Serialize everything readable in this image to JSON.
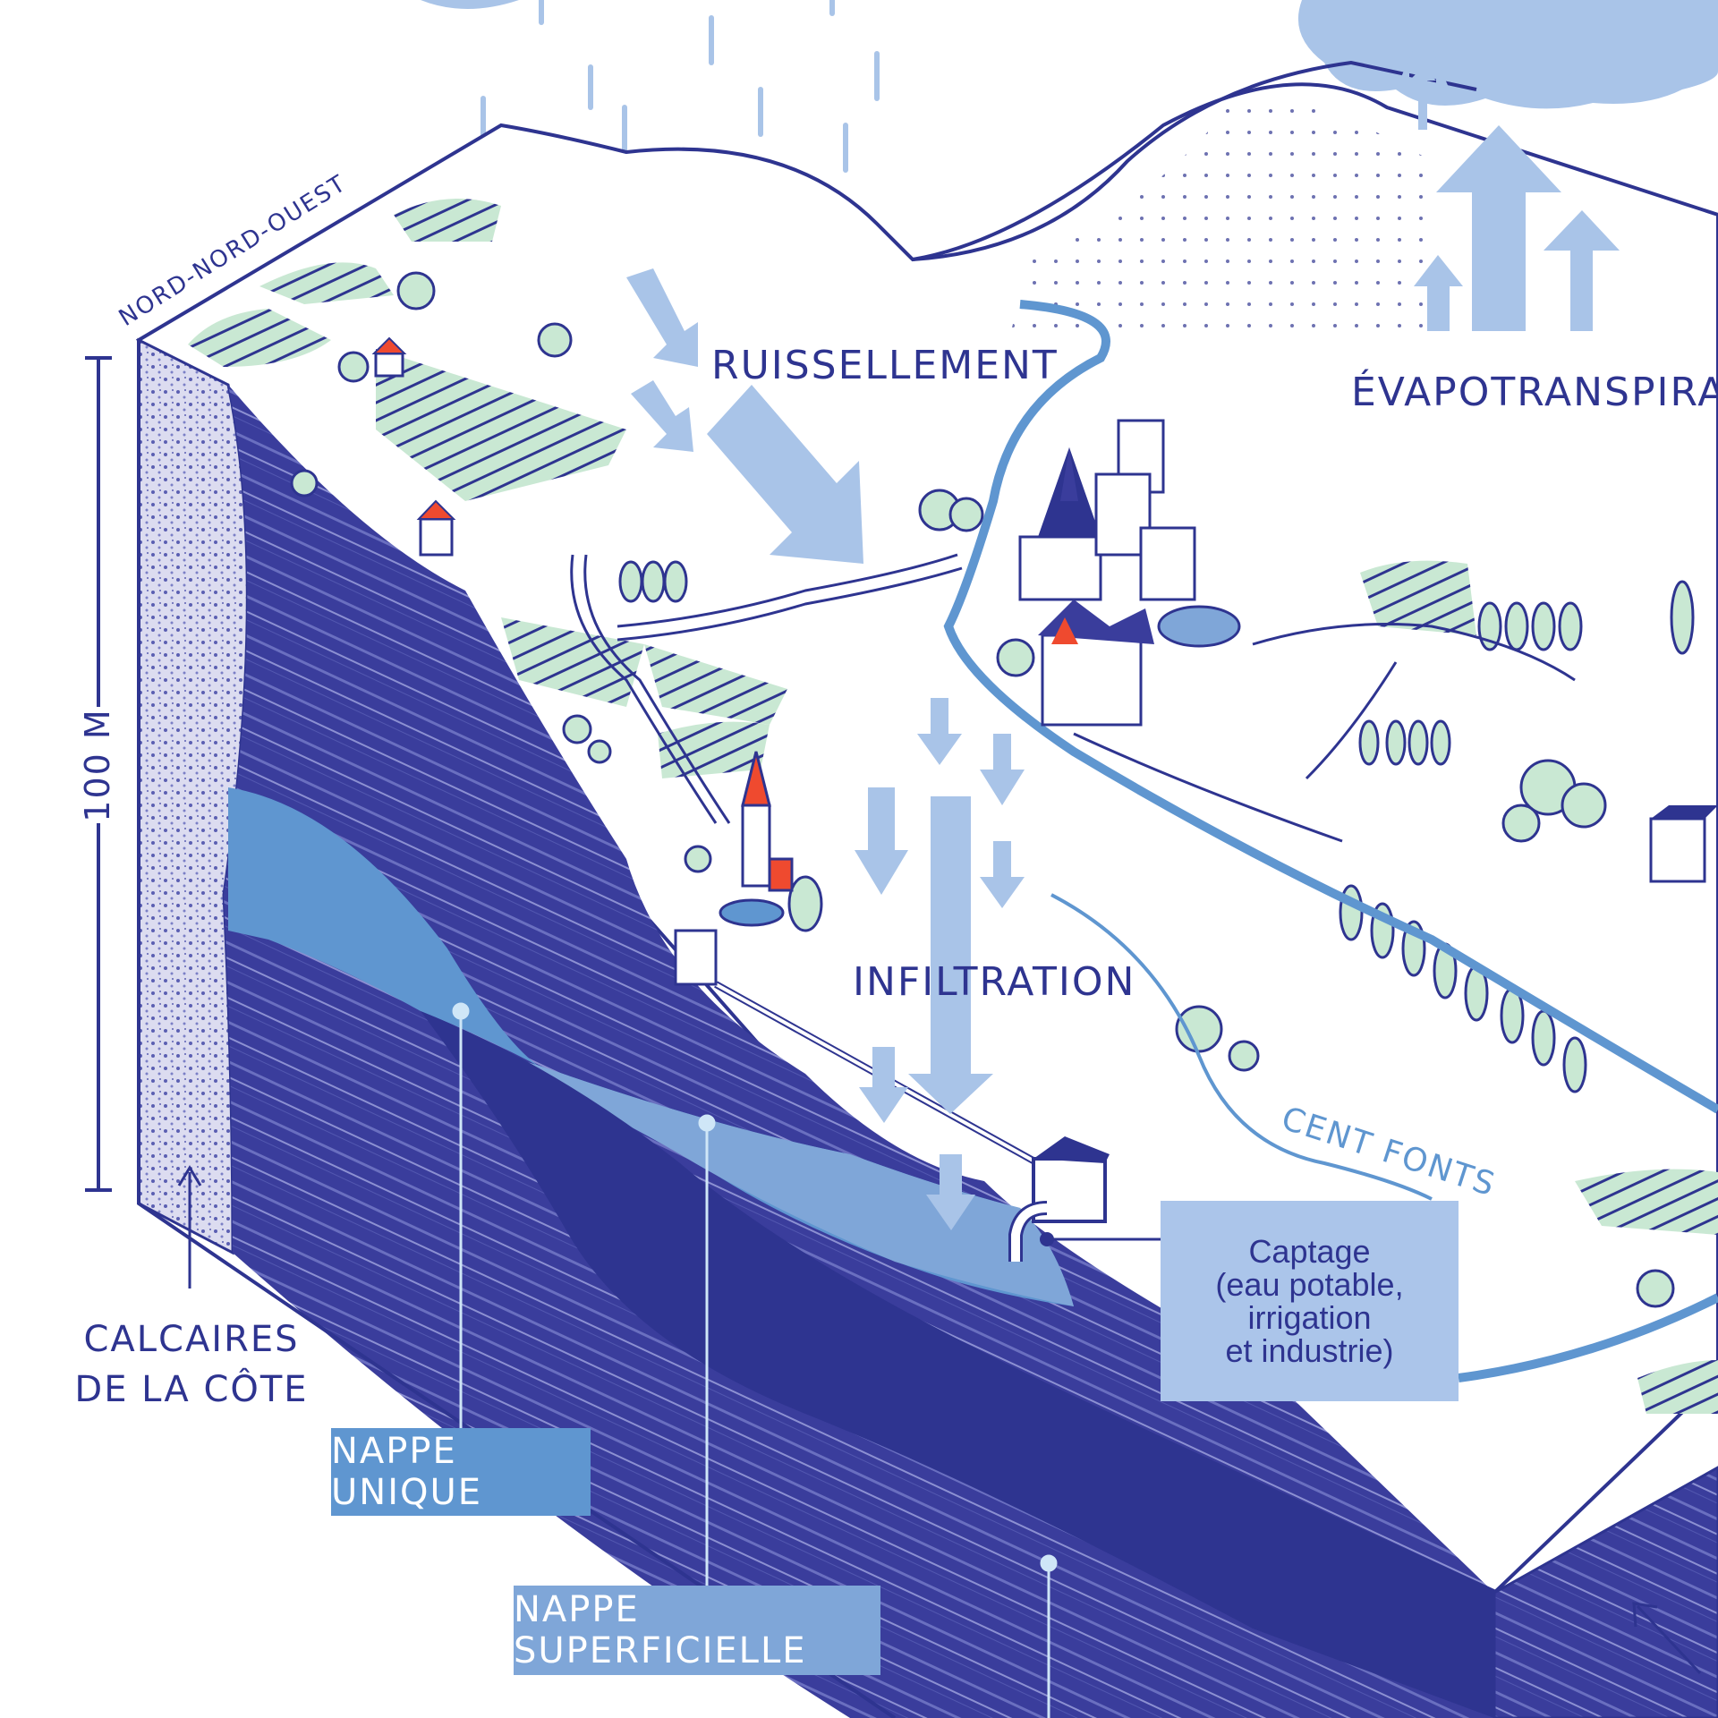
{
  "labels": {
    "orientation": "NORD-NORD-OUEST",
    "scale": "100 M",
    "runoff": "RUISSELLEMENT",
    "evapotranspiration": "ÉVAPOTRANSPIRATION",
    "infiltration": "INFILTRATION",
    "river": "CENT FONTS",
    "limestone_line1": "CALCAIRES",
    "limestone_line2": "DE LA CÔTE",
    "aquifer_single": "NAPPE UNIQUE",
    "aquifer_surface": "NAPPE SUPERFICIELLE",
    "capture_line1": "Captage",
    "capture_line2": "(eau potable,",
    "capture_line3": "irrigation",
    "capture_line4": "et industrie)"
  },
  "colors": {
    "ink": "#2e3490",
    "rock": "#3a3d9c",
    "aquifer_single": "#5f96d0",
    "aquifer_surface": "#7fa6d8",
    "arrow": "#a9c4e8",
    "vegetation": "#c9e8d3",
    "river": "#5f96d0",
    "roof_accent": "#ef4a2f",
    "limestone": "#d9d9ee"
  },
  "icons": [
    "rain-icon",
    "cloud-icon",
    "tree-icon",
    "vineyard-icon",
    "church-icon",
    "tower-icon",
    "house-icon",
    "pump-station-icon",
    "pipe-icon"
  ]
}
